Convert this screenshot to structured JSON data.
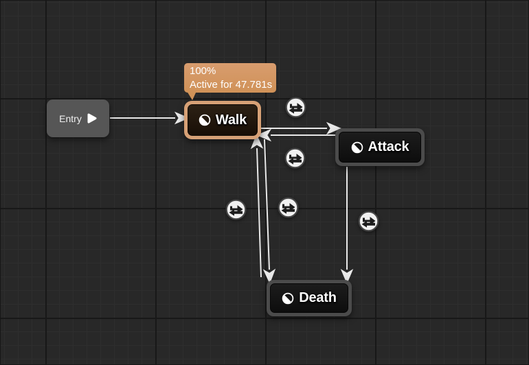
{
  "app": {
    "view": "Animation State Machine Graph"
  },
  "colors": {
    "canvas-bg": "#282828",
    "grid-minor": "#2e2e2e",
    "grid-major": "#181818",
    "accent": "#d7a176",
    "tooltip-bg": "#d89c6e",
    "node-outer": "#4b4b4b",
    "entry-bg": "#565656",
    "wire": "#e8e8e8",
    "icon-circle": "#f1f1f1",
    "icon-glyph": "#1d1d1d"
  },
  "entry": {
    "label": "Entry"
  },
  "nodes": [
    {
      "id": "walk",
      "label": "Walk",
      "active": true,
      "tooltip": {
        "weight": "100%",
        "status": "Active for 47.781s"
      }
    },
    {
      "id": "attack",
      "label": "Attack",
      "active": false
    },
    {
      "id": "death",
      "label": "Death",
      "active": false
    }
  ],
  "tooltip": {
    "line1": "100%",
    "line2": "Active for 47.781s"
  },
  "transitions": [
    {
      "from": "Entry",
      "to": "Walk"
    },
    {
      "from": "Walk",
      "to": "Attack"
    },
    {
      "from": "Attack",
      "to": "Walk"
    },
    {
      "from": "Walk",
      "to": "Death"
    },
    {
      "from": "Death",
      "to": "Walk"
    },
    {
      "from": "Attack",
      "to": "Death"
    }
  ]
}
